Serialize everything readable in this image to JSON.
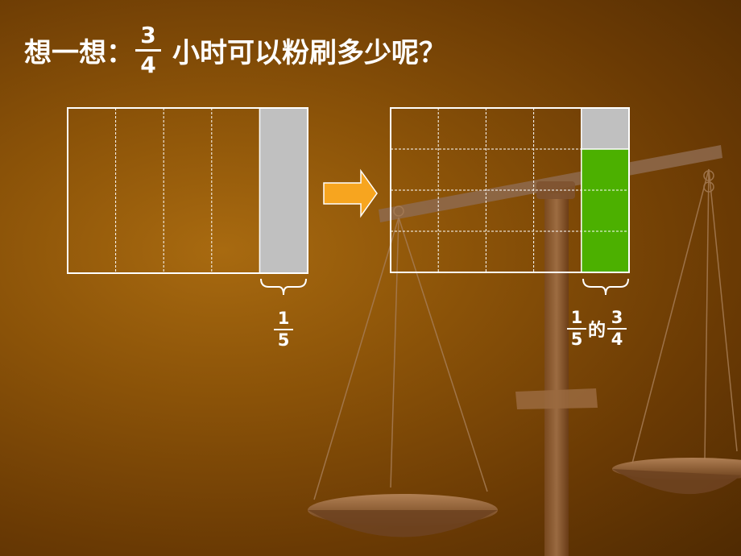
{
  "title": {
    "prefix": "想一想：",
    "fraction": {
      "numerator": "3",
      "denominator": "4"
    },
    "suffix": "小时可以粉刷多少呢？"
  },
  "left_diagram": {
    "columns": 5,
    "shaded_columns": 1,
    "label": {
      "numerator": "1",
      "denominator": "5"
    }
  },
  "right_diagram": {
    "columns": 5,
    "rows": 4,
    "shaded_column_green_rows": 3,
    "label": {
      "a": {
        "numerator": "1",
        "denominator": "5"
      },
      "of": "的",
      "b": {
        "numerator": "3",
        "denominator": "4"
      }
    }
  },
  "colors": {
    "shade_gray": "#c0c0c0",
    "shade_green": "#4cb000",
    "arrow": "#f7a51f",
    "grid_line": "#ffffff"
  }
}
